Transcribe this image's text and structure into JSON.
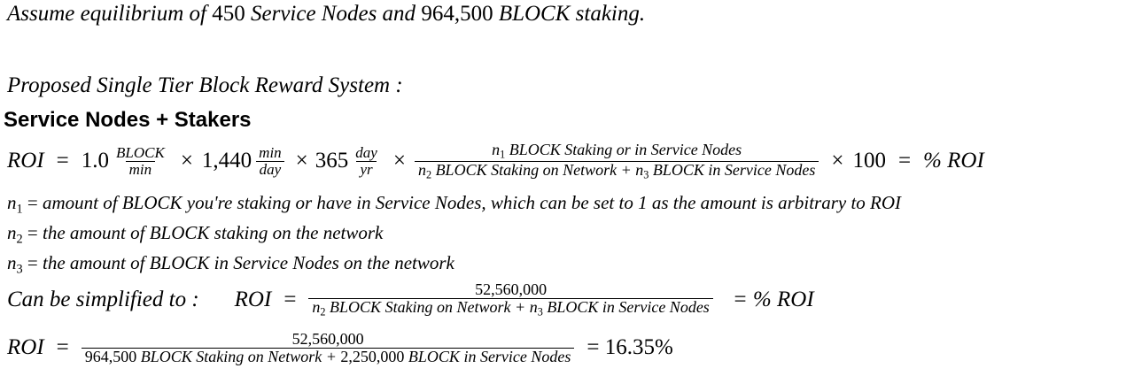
{
  "assumption": {
    "prefix": "Assume equilibrium of ",
    "nodes": "450",
    "mid1": " Service Nodes and ",
    "staking": "964,500",
    "suffix": " BLOCK staking."
  },
  "proposal_title": "Proposed Single Tier Block Reward System :",
  "section_heading": "Service Nodes + Stakers",
  "formula1": {
    "lhs": "ROI",
    "eq": "=",
    "rate_value": "1.0",
    "rate_num": "BLOCK",
    "rate_den": "min",
    "times": "×",
    "minutes_value": "1,440",
    "minutes_num": "min",
    "minutes_den": "day",
    "days_value": "365",
    "days_num": "day",
    "days_den": "yr",
    "share_num_var": "n",
    "share_num_sub": "1",
    "share_num_text": " BLOCK Staking or in Service Nodes",
    "share_den_var1": "n",
    "share_den_sub1": "2",
    "share_den_text1": " BLOCK Staking on Network + ",
    "share_den_var2": "n",
    "share_den_sub2": "3",
    "share_den_text2": " BLOCK in Service Nodes",
    "multiplier": "100",
    "result": "% ROI"
  },
  "definitions": [
    {
      "var": "n",
      "sub": "1",
      "eq": " = ",
      "text": "amount of BLOCK you're staking or have in Service Nodes, which can be set to 1 as the amount is arbitrary to ROI"
    },
    {
      "var": "n",
      "sub": "2",
      "eq": " = ",
      "text": "the amount of BLOCK staking on the network"
    },
    {
      "var": "n",
      "sub": "3",
      "eq": " = ",
      "text": "the amount of BLOCK in Service Nodes on the network"
    }
  ],
  "formula2": {
    "label": "Can be simplified to :",
    "lhs": "ROI",
    "eq": "=",
    "numerator": "52,560,000",
    "den_var1": "n",
    "den_sub1": "2",
    "den_text1": " BLOCK Staking on Network + ",
    "den_var2": "n",
    "den_sub2": "3",
    "den_text2": " BLOCK in Service Nodes",
    "result": "= % ROI"
  },
  "formula3": {
    "lhs": "ROI",
    "eq": "=",
    "numerator": "52,560,000",
    "den_value1": "964,500",
    "den_text1": " BLOCK Staking on Network + ",
    "den_value2": "2,250,000",
    "den_text2": " BLOCK in Service Nodes",
    "result": "= 16.35%"
  }
}
